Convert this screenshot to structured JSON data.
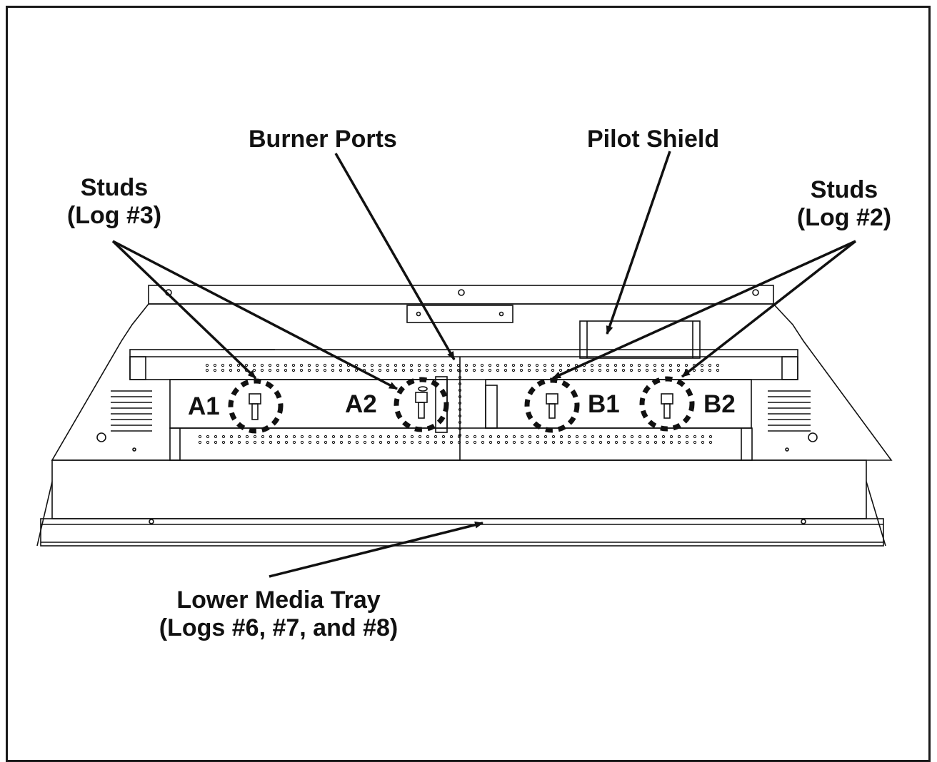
{
  "labels": {
    "burner_ports": "Burner Ports",
    "pilot_shield": "Pilot Shield",
    "studs_log3": {
      "line1": "Studs",
      "line2": "(Log #3)"
    },
    "studs_log2": {
      "line1": "Studs",
      "line2": "(Log #2)"
    },
    "lower_media_tray": {
      "line1": "Lower Media Tray",
      "line2": "(Logs #6, #7, and #8)"
    }
  },
  "studs": {
    "a1": "A1",
    "a2": "A2",
    "b1": "B1",
    "b2": "B2"
  },
  "colors": {
    "line": "#111111",
    "background": "#ffffff"
  }
}
